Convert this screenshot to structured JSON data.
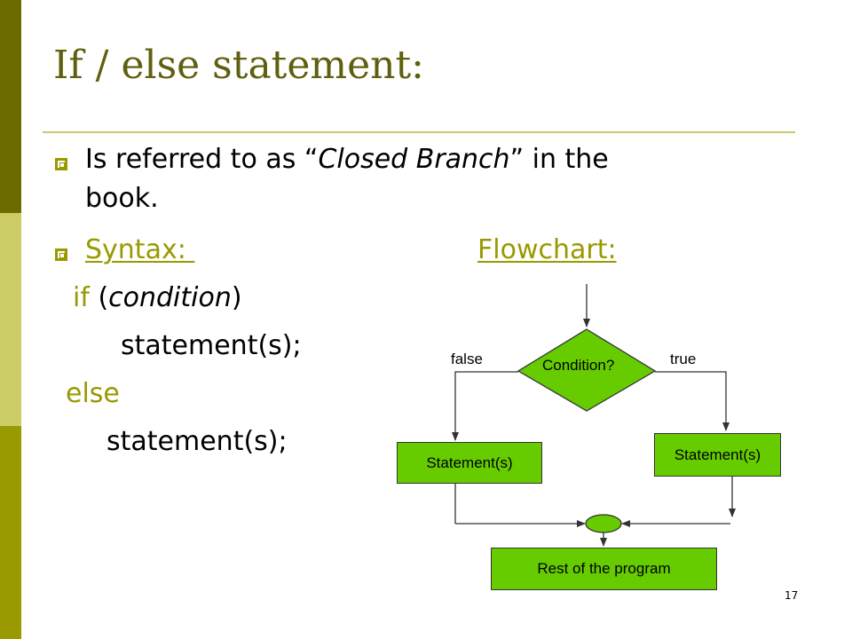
{
  "slide": {
    "title": "If / else statement:",
    "bullet1": {
      "prefix": "Is referred to as “",
      "emph": "Closed Branch",
      "suffix": "” in the",
      "line2": "book."
    },
    "syntax_label": "Syntax: ",
    "flowchart_label": "Flowchart:",
    "code": {
      "if_kw": "if",
      "cond_open": " (",
      "condition": "condition",
      "cond_close": ")",
      "stmt1": "statement(s);",
      "else_kw": "else",
      "stmt2": "statement(s);"
    },
    "page_number": "17"
  },
  "flowchart": {
    "decision": "Condition?",
    "false_label": "false",
    "true_label": "true",
    "false_box": "Statement(s)",
    "true_box": "Statement(s)",
    "end_box": "Rest of the program",
    "fill_color": "#66cc00"
  },
  "colors": {
    "accent": "#999900",
    "title": "#5f5f10",
    "strip_top": "#6b6b00",
    "strip_mid": "#cccc66",
    "strip_bottom": "#999900"
  }
}
